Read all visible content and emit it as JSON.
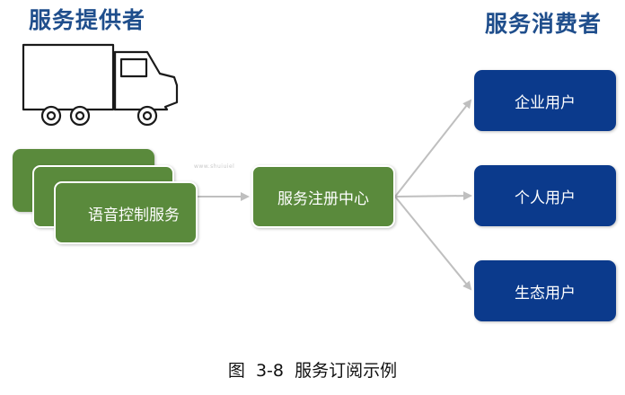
{
  "provider_heading": "服务提供者",
  "consumer_heading": "服务消费者",
  "provider_service": "语音控制服务",
  "registry": "服务注册中心",
  "consumers": [
    "企业用户",
    "个人用户",
    "生态用户"
  ],
  "caption": "图  3-8  服务订阅示例",
  "watermark": "www.shuiuiel",
  "colors": {
    "heading": "#1f4e8c",
    "provider_green": "#5a8a3c",
    "consumer_blue": "#0b3a8c",
    "arrow_gray": "#bfbfbf"
  },
  "icons": [
    "truck-icon"
  ]
}
